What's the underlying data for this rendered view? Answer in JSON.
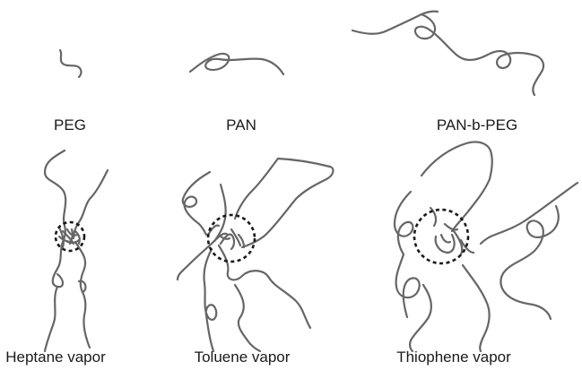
{
  "polymers": {
    "peg": "PEG",
    "pan": "PAN",
    "block": "PAN-b-PEG"
  },
  "vapors": {
    "heptane": "Heptane vapor",
    "toluene": "Toluene vapor",
    "thiophene": "Thiophene vapor"
  }
}
